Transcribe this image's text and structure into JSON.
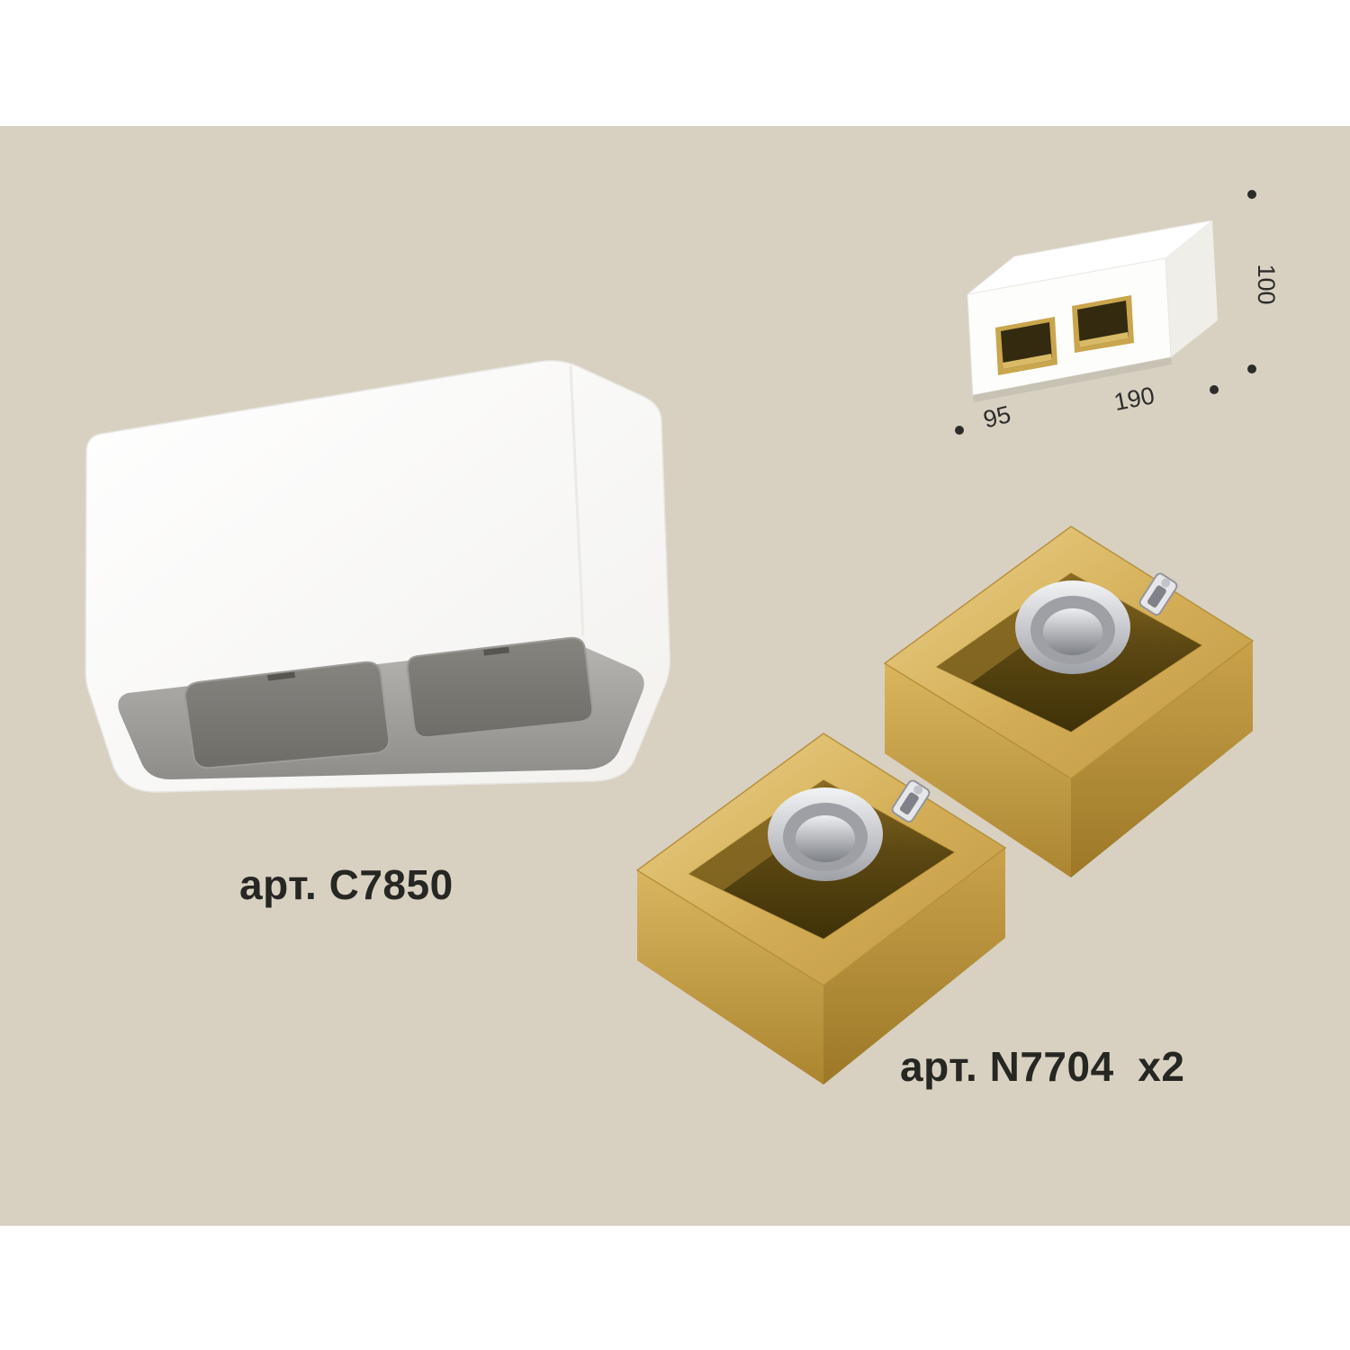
{
  "scene": {
    "background_color": "#d8d1c2",
    "page_color": "#ffffff"
  },
  "products": {
    "housing": {
      "article_label": "арт. C7850",
      "body_color": "#ffffff",
      "panel_color": "#908f8c",
      "recess_color": "#75746f"
    },
    "reflectors": {
      "article_label": "арт. N7704  x2",
      "gold_color": "#cfa94f",
      "cavity_color": "#4a3a0e",
      "chrome_color": "#d9dadf"
    }
  },
  "dimension_diagram": {
    "height_mm": "100",
    "depth_mm": "95",
    "width_mm": "190"
  }
}
